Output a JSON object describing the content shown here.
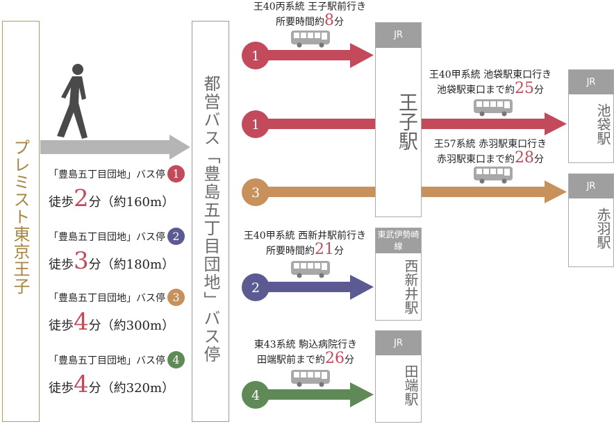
{
  "origin": {
    "name": "プレミスト東京王子"
  },
  "stop_name": "都営バス「豊島五丁目団地」バス停",
  "colors": {
    "gold": "#a5853f",
    "red": "#c24a5a",
    "orange": "#c8905a",
    "purple": "#5c5a92",
    "green": "#5f8a58",
    "gray": "#9f9f9f"
  },
  "walk_stops": [
    {
      "num": "1",
      "label": "「豊島五丁目団地」バス停",
      "prefix": "徒歩",
      "minutes": "2",
      "unit": "分",
      "distance": "（約160m）",
      "color": "#c24a5a"
    },
    {
      "num": "2",
      "label": "「豊島五丁目団地」バス停",
      "prefix": "徒歩",
      "minutes": "3",
      "unit": "分",
      "distance": "（約180m）",
      "color": "#5c5a92"
    },
    {
      "num": "3",
      "label": "「豊島五丁目団地」バス停",
      "prefix": "徒歩",
      "minutes": "4",
      "unit": "分",
      "distance": "（約300m）",
      "color": "#c8905a"
    },
    {
      "num": "4",
      "label": "「豊島五丁目団地」バス停",
      "prefix": "徒歩",
      "minutes": "4",
      "unit": "分",
      "distance": "（約320m）",
      "color": "#5f8a58"
    }
  ],
  "routes": [
    {
      "num": "1",
      "line1": "王40丙系統 王子駅前行き",
      "line2_pre": "所要時間約",
      "minutes": "8",
      "unit": "分"
    },
    {
      "num": "1"
    },
    {
      "num": "3"
    },
    {
      "num": "2",
      "line1": "王40甲系統 西新井駅前行き",
      "line2_pre": "所要時間約",
      "minutes": "21",
      "unit": "分"
    },
    {
      "num": "4",
      "line1": "東43系統 駒込病院行き",
      "line2_pre": "田端駅前まで約",
      "minutes": "26",
      "unit": "分"
    }
  ],
  "transfers": [
    {
      "line1": "王40甲系統 池袋駅東口行き",
      "line2_pre": "池袋駅東口まで約",
      "minutes": "25",
      "unit": "分"
    },
    {
      "line1": "王57系統 赤羽駅東口行き",
      "line2_pre": "赤羽駅東口まで約",
      "minutes": "28",
      "unit": "分"
    }
  ],
  "stations": {
    "oji": {
      "line": "JR",
      "name": "王子駅"
    },
    "ikebukuro": {
      "line": "JR",
      "name": "池袋駅"
    },
    "akabane": {
      "line": "JR",
      "name": "赤羽駅"
    },
    "nishiarai": {
      "line": "東武伊勢崎線",
      "name": "西新井駅"
    },
    "tabata": {
      "line": "JR",
      "name": "田端駅"
    }
  }
}
